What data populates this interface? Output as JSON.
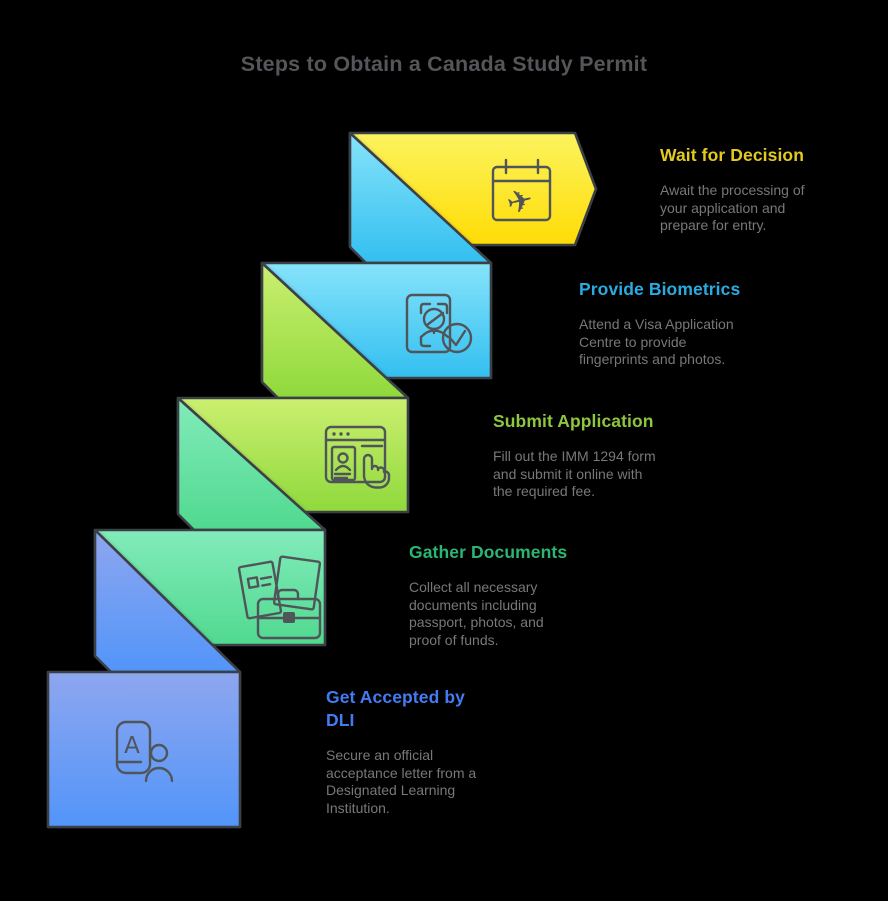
{
  "title": "Steps to Obtain a Canada Study Permit",
  "colors": {
    "background": "#000000",
    "title_text": "#55565A",
    "description_text": "#77787B",
    "shape_outline": "#3B4146",
    "icon_stroke": "#50555A"
  },
  "steps": [
    {
      "order": 1,
      "heading": "Get Accepted by DLI",
      "description": "Secure an official acceptance letter from a Designated Learning Institution.",
      "accent_color": "#437CF2",
      "fill_top": "#8EA6EF",
      "fill_bottom": "#5295F9",
      "icon": "acceptance-card-icon",
      "icon_letter": "A"
    },
    {
      "order": 2,
      "heading": "Gather Documents",
      "description": "Collect all necessary documents including passport, photos, and proof of funds.",
      "accent_color": "#2BB673",
      "fill_top": "#82EBBA",
      "fill_bottom": "#50D98F",
      "icon": "documents-briefcase-icon"
    },
    {
      "order": 3,
      "heading": "Submit Application",
      "description": "Fill out the IMM 1294 form and submit it online with the required fee.",
      "accent_color": "#8DC63F",
      "fill_top": "#CBEF70",
      "fill_bottom": "#8FD93C",
      "icon": "online-form-icon"
    },
    {
      "order": 4,
      "heading": "Provide Biometrics",
      "description": "Attend a Visa Application Centre to provide fingerprints and photos.",
      "accent_color": "#29ABE2",
      "fill_top": "#86E3FA",
      "fill_bottom": "#33BFF0",
      "icon": "biometrics-scan-icon"
    },
    {
      "order": 5,
      "heading": "Wait for Decision",
      "description": "Await the processing of your application and prepare for entry.",
      "accent_color": "#E2CB1E",
      "fill_top": "#FBF35F",
      "fill_bottom": "#FFDC04",
      "icon": "calendar-plane-icon",
      "icon_glyph": "✈"
    }
  ]
}
